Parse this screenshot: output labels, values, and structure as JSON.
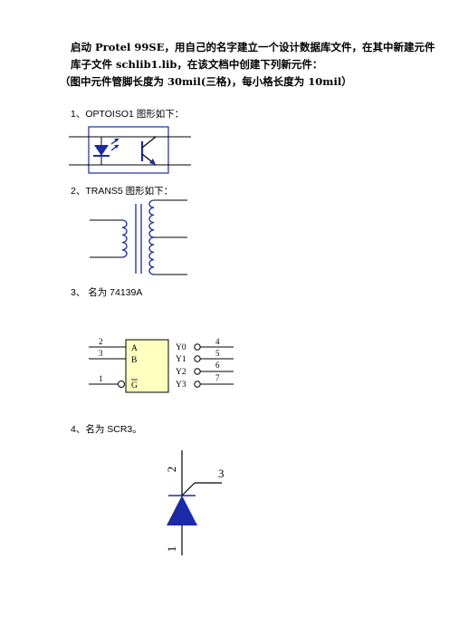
{
  "intro": {
    "line1": "启动 Protel 99SE，用自己的名字建立一个设计数据库文件，在其中新建元件",
    "line2": "库子文件 schlib1.lib，在该文档中创建下列新元件：",
    "line3": "（图中元件管脚长度为 30mil(三格)，每小格长度为 10mil）"
  },
  "figures": [
    {
      "caption": "1、OPTOISO1 图形如下："
    },
    {
      "caption": "2、TRANS5 图形如下："
    },
    {
      "caption": "3、 名为 74139A"
    },
    {
      "caption": "4、名为 SCR3。"
    }
  ],
  "ic74139": {
    "pin_numbers_left": [
      "2",
      "3",
      "1"
    ],
    "pin_names_left": [
      "A",
      "B",
      "G"
    ],
    "pin_names_right": [
      "Y0",
      "Y1",
      "Y2",
      "Y3"
    ],
    "pin_numbers_right": [
      "4",
      "5",
      "6",
      "7"
    ],
    "body_color": "#ffffc0",
    "pin_color": "#000000"
  },
  "scr3": {
    "pin_labels": [
      "2",
      "3",
      "1"
    ]
  },
  "colors": {
    "outline_blue": "#0000c0",
    "line_black": "#000000"
  }
}
